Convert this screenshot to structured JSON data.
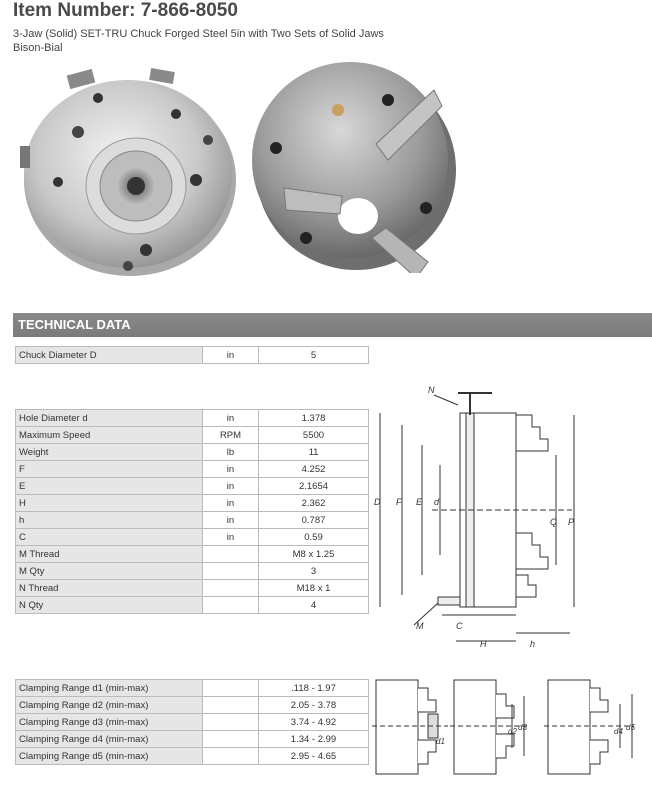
{
  "header": {
    "item_number": "Item Number: 7-866-8050",
    "description_line1": "3-Jaw (Solid) SET-TRU Chuck Forged Steel 5in with Two Sets of Solid Jaws",
    "description_line2": "Bison-Bial"
  },
  "section_title": "TECHNICAL DATA",
  "table1": [
    {
      "label": "Chuck Diameter D",
      "unit": "in",
      "value": "5"
    }
  ],
  "table2": [
    {
      "label": "Hole Diameter d",
      "unit": "in",
      "value": "1.378"
    },
    {
      "label": "Maximum Speed",
      "unit": "RPM",
      "value": "5500"
    },
    {
      "label": "Weight",
      "unit": "lb",
      "value": "11"
    },
    {
      "label": "F",
      "unit": "in",
      "value": "4.252"
    },
    {
      "label": "E",
      "unit": "in",
      "value": "2.1654"
    },
    {
      "label": "H",
      "unit": "in",
      "value": "2.362"
    },
    {
      "label": "h",
      "unit": "in",
      "value": "0.787"
    },
    {
      "label": "C",
      "unit": "in",
      "value": "0.59"
    },
    {
      "label": "M Thread",
      "unit": "",
      "value": "M8 x 1.25"
    },
    {
      "label": "M Qty",
      "unit": "",
      "value": "3"
    },
    {
      "label": "N Thread",
      "unit": "",
      "value": "M18 x 1"
    },
    {
      "label": "N Qty",
      "unit": "",
      "value": "4"
    }
  ],
  "table3": [
    {
      "label": "Clamping Range d1 (min-max)",
      "unit": "",
      "value": ".118 - 1.97"
    },
    {
      "label": "Clamping Range d2 (min-max)",
      "unit": "",
      "value": "2.05 - 3.78"
    },
    {
      "label": "Clamping Range d3 (min-max)",
      "unit": "",
      "value": "3.74 - 4.92"
    },
    {
      "label": "Clamping Range d4 (min-max)",
      "unit": "",
      "value": "1.34 - 2.99"
    },
    {
      "label": "Clamping Range d5 (min-max)",
      "unit": "",
      "value": "2.95 - 4.65"
    }
  ],
  "drawing_labels": {
    "N": "N",
    "D": "D",
    "F": "F",
    "E": "E",
    "d": "d",
    "Q": "Q",
    "P": "P",
    "M": "M",
    "C": "C",
    "H": "H",
    "h": "h"
  },
  "clamp_labels": {
    "d1": "d1",
    "d2": "d2",
    "d3": "d3",
    "d4": "d4",
    "d5": "d5"
  }
}
